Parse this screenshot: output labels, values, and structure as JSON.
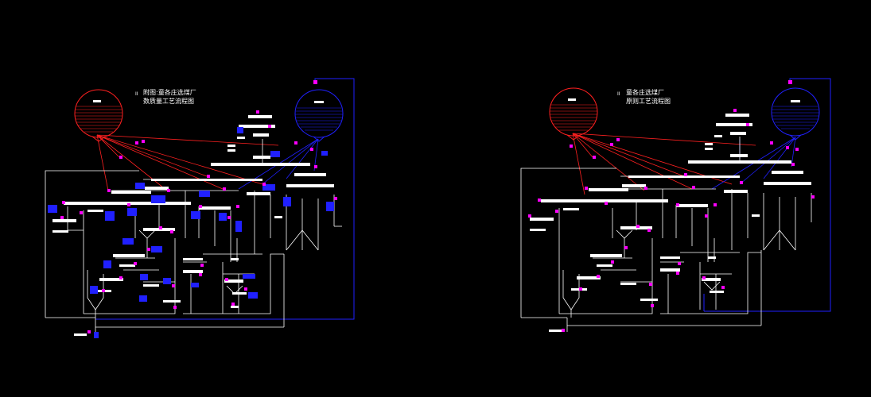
{
  "colors": {
    "background": "#000000",
    "line": "#ffffff",
    "red": "#ff2020",
    "blue": "#2020ff",
    "magenta": "#ff00ff"
  },
  "left_panel": {
    "mark": "II",
    "title_line1": "附图:童各庄选煤厂",
    "title_line2": "数质量工艺流程图"
  },
  "right_panel": {
    "mark": "II",
    "title_line1": "童各庄选煤厂",
    "title_line2": "原则工艺流程图"
  }
}
